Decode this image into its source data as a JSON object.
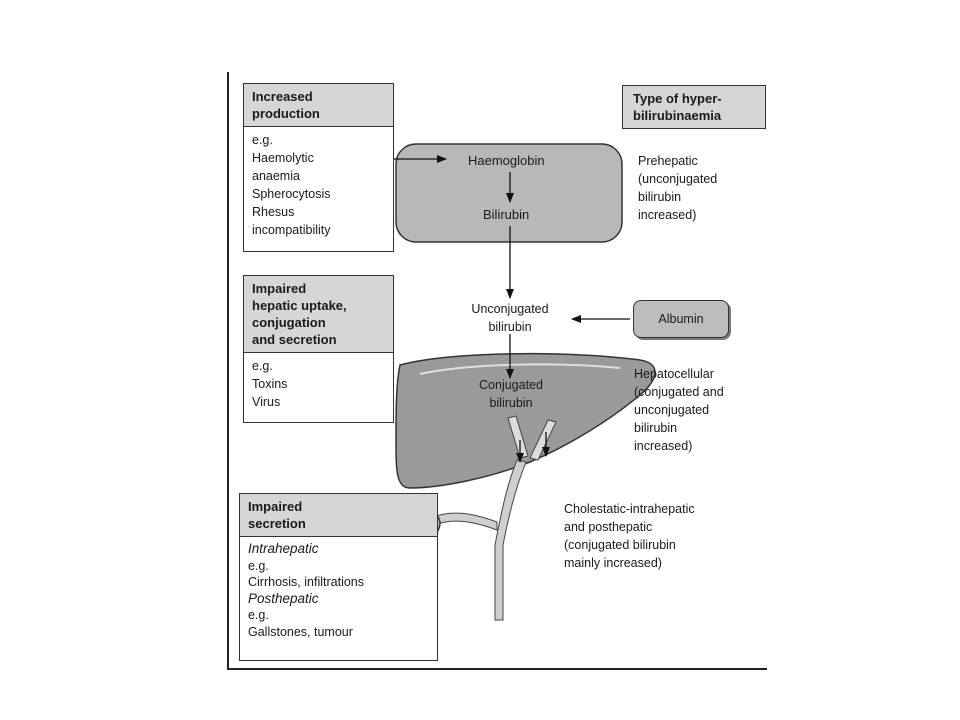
{
  "production_box": {
    "title_line1": "Increased",
    "title_line2": "production",
    "items": [
      "e.g.",
      "Haemolytic",
      "anaemia",
      "Spherocytosis",
      "Rhesus",
      "incompatibility"
    ]
  },
  "hepatic_box": {
    "title_lines": [
      "Impaired",
      "hepatic uptake,",
      "conjugation",
      "and secretion"
    ],
    "items": [
      "e.g.",
      "Toxins",
      "Virus"
    ]
  },
  "secretion_box": {
    "title_lines": [
      "Impaired",
      "secretion"
    ],
    "intra_heading": "Intrahepatic",
    "intra_items": [
      "e.g.",
      "Cirrhosis, infiltrations"
    ],
    "post_heading": "Posthepatic",
    "post_items": [
      "e.g.",
      "Gallstones, tumour"
    ]
  },
  "type_box": {
    "line1": "Type of hyper-",
    "line2": "bilirubinaemia"
  },
  "flow": {
    "haemoglobin": "Haemoglobin",
    "bilirubin": "Bilirubin",
    "unconjugated": [
      "Unconjugated",
      "bilirubin"
    ],
    "albumin": "Albumin",
    "conjugated": [
      "Conjugated",
      "bilirubin"
    ]
  },
  "types": {
    "prehepatic": [
      "Prehepatic",
      "(unconjugated",
      "bilirubin",
      "increased)"
    ],
    "hepatocellular": [
      "Hepatocellular",
      "(conjugated and",
      "unconjugated",
      "bilirubin",
      "increased)"
    ],
    "cholestatic": [
      "Cholestatic-intrahepatic",
      "and posthepatic",
      "(conjugated bilirubin",
      "mainly increased)"
    ]
  },
  "colors": {
    "organ_fill": "#9a9a9a",
    "box_fill": "#b8b8b8",
    "header_fill": "#d6d6d6"
  }
}
